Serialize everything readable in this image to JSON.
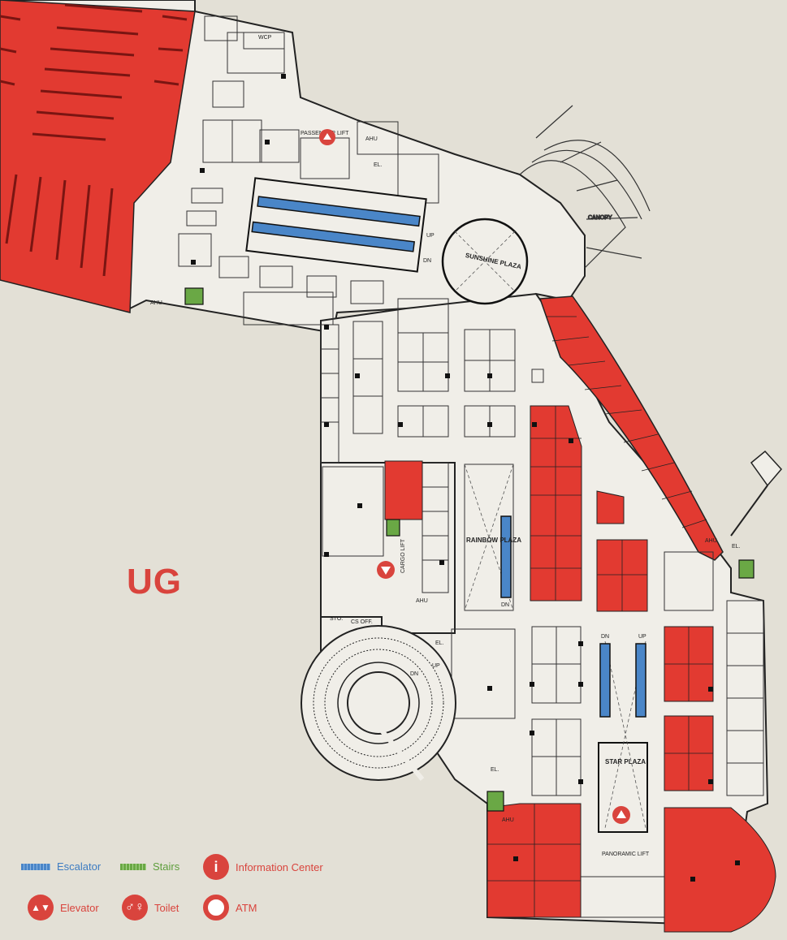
{
  "floor": {
    "label": "UG"
  },
  "areas": {
    "sunshine_plaza": "SUNSHINE PLAZA",
    "rainbow_plaza": "RAINBOW PLAZA",
    "star_plaza": "STAR PLAZA",
    "canopy": "CANOPY",
    "passenger_lift": "PASSENGER LIFT",
    "cargo_lift": "CARGO LIFT",
    "panoramic_lift": "PANORAMIC LIFT",
    "cs_office": "CS OFF.",
    "store": "STO.",
    "wcp": "WCP",
    "ahu": "AHU",
    "el": "EL.",
    "up": "UP",
    "dn": "DN"
  },
  "legend": {
    "escalator": "Escalator",
    "stairs": "Stairs",
    "information_center": "Information Center",
    "elevator": "Elevator",
    "toilet": "Toilet",
    "atm": "ATM"
  },
  "colors": {
    "background": "#e3e0d6",
    "floor": "#f0eee8",
    "shop_highlight": "#e23a31",
    "escalator": "#4a86c8",
    "stairs": "#6aa845",
    "legend_escalator_text": "#3d7cc2",
    "legend_stairs_text": "#5e9e3c",
    "legend_red_text": "#d9443d"
  }
}
